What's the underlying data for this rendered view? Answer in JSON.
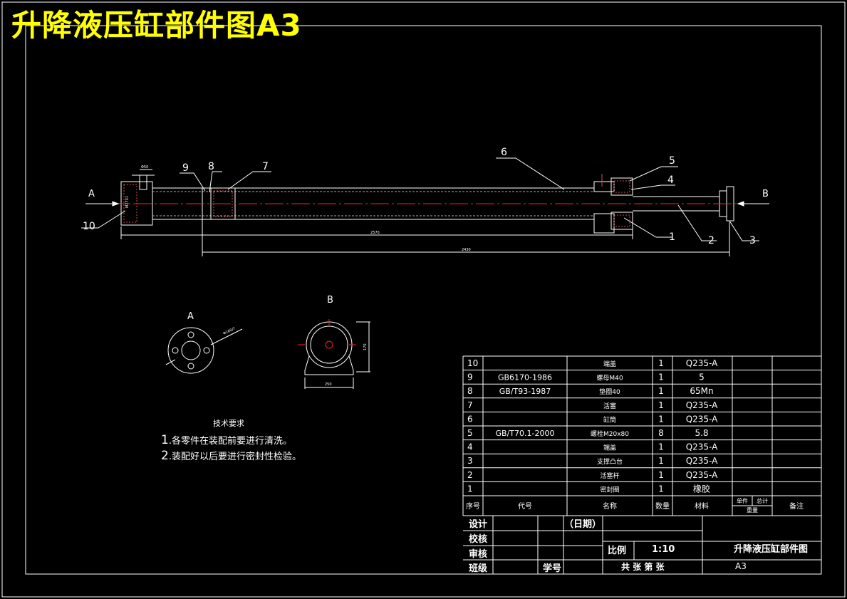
{
  "title": "升降液压缸部件图A3",
  "view_labels": {
    "a": "A",
    "b": "B",
    "a_section": "A",
    "b_section": "B"
  },
  "balloons": [
    "1",
    "2",
    "3",
    "4",
    "5",
    "6",
    "7",
    "8",
    "9",
    "10"
  ],
  "dimensions": {
    "top_small": "Φ50",
    "len_1": "2570",
    "len_2": "2430",
    "flange_dia": "Φ160/7",
    "b_height": "170",
    "b_width": "250",
    "rod_label": "M27X1"
  },
  "tech_notes": {
    "heading": "技术要求",
    "items": [
      {
        "num": "1",
        "text": ".各零件在装配前要进行清洗。"
      },
      {
        "num": "2",
        "text": ".装配好以后要进行密封性检验。"
      }
    ]
  },
  "parts": [
    {
      "no": "10",
      "code": "",
      "name": "端盖",
      "qty": "1",
      "material": "Q235-A"
    },
    {
      "no": "9",
      "code": "GB6170-1986",
      "name": "螺母M40",
      "qty": "1",
      "material": "5"
    },
    {
      "no": "8",
      "code": "GB/T93-1987",
      "name": "垫圈40",
      "qty": "1",
      "material": "65Mn"
    },
    {
      "no": "7",
      "code": "",
      "name": "活塞",
      "qty": "1",
      "material": "Q235-A"
    },
    {
      "no": "6",
      "code": "",
      "name": "缸筒",
      "qty": "1",
      "material": "Q235-A"
    },
    {
      "no": "5",
      "code": "GB/T70.1-2000",
      "name": "螺栓M20x80",
      "qty": "8",
      "material": "5.8"
    },
    {
      "no": "4",
      "code": "",
      "name": "端盖",
      "qty": "1",
      "material": "Q235-A"
    },
    {
      "no": "3",
      "code": "",
      "name": "支撑凸台",
      "qty": "1",
      "material": "Q235-A"
    },
    {
      "no": "2",
      "code": "",
      "name": "活塞杆",
      "qty": "1",
      "material": "Q235-A"
    },
    {
      "no": "1",
      "code": "",
      "name": "密封圈",
      "qty": "1",
      "material": "橡胶"
    }
  ],
  "parts_header": {
    "no": "序号",
    "code": "代号",
    "name": "名称",
    "qty": "数量",
    "material": "材料",
    "single": "单件",
    "total": "总计",
    "weight": "重量",
    "remark": "备注"
  },
  "title_block": {
    "design": "设计",
    "check": "校核",
    "review": "审核",
    "class": "班级",
    "student_no": "学号",
    "date": "（日期）",
    "scale_label": "比例",
    "scale": "1:10",
    "drawing_name": "升降液压缸部件图",
    "sheet": "共 张 第 张",
    "size": "A3"
  },
  "colors": {
    "background": "#000000",
    "line": "#ffffff",
    "title": "#ffff00",
    "centerline": "#ff2020",
    "hatch": "#d05050"
  }
}
